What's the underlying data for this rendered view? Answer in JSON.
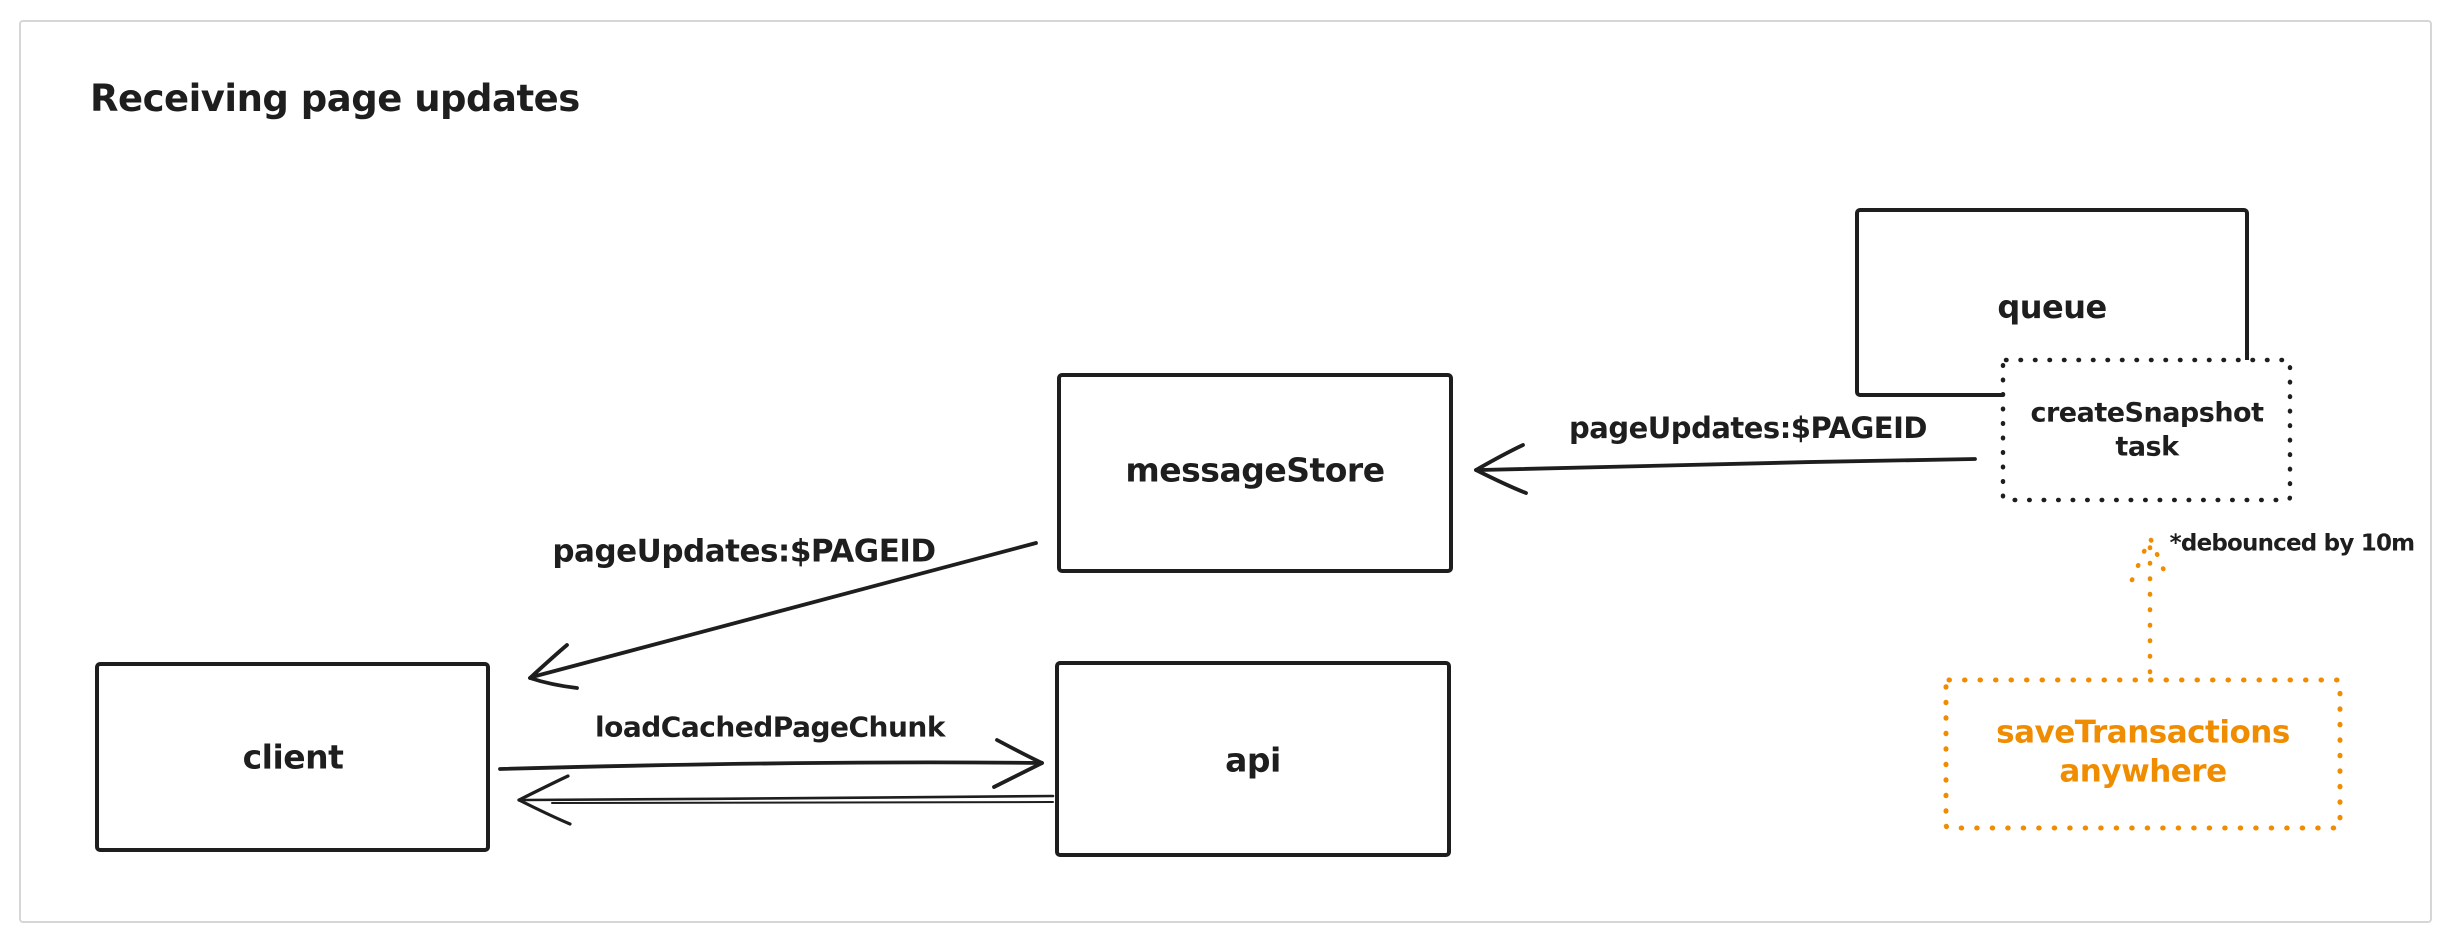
{
  "title": "Receiving page updates",
  "colors": {
    "ink": "#1e1e1e",
    "accent_orange": "#f08c00",
    "frame_border": "#d6d6d6",
    "background": "#ffffff"
  },
  "nodes": {
    "queue": {
      "label": "queue",
      "style": "solid"
    },
    "create_snapshot_task": {
      "lines": [
        "createSnapshot",
        "task"
      ],
      "style": "dotted"
    },
    "message_store": {
      "label": "messageStore",
      "style": "solid"
    },
    "client": {
      "label": "client",
      "style": "solid"
    },
    "api": {
      "label": "api",
      "style": "solid"
    },
    "save_transactions": {
      "lines": [
        "saveTransactions",
        "anywhere"
      ],
      "style": "dotted-orange"
    }
  },
  "edges": {
    "snapshot_to_message_store": {
      "label": "pageUpdates:$PAGEID"
    },
    "message_store_to_client": {
      "label": "pageUpdates:$PAGEID"
    },
    "client_to_api": {
      "label": "loadCachedPageChunk"
    },
    "api_to_client": {
      "label": ""
    },
    "save_transactions_to_snapshot": {
      "note": "*debounced by 10m",
      "style": "dotted-orange"
    }
  }
}
